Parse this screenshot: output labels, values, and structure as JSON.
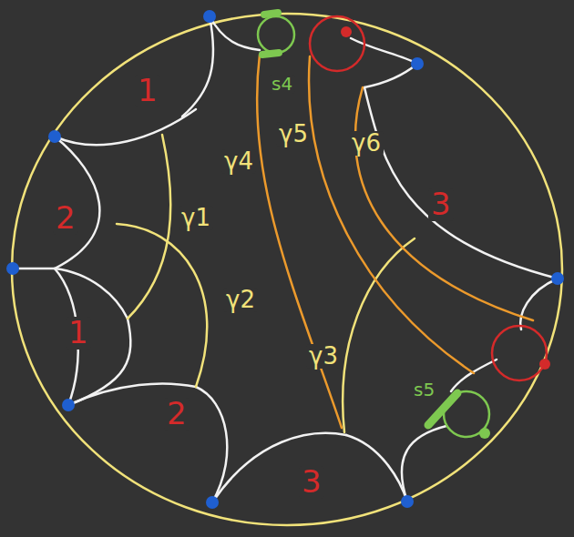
{
  "diagram": {
    "labels": [
      "1",
      "s4",
      "γ4",
      "γ5",
      "γ6",
      "2",
      "γ1",
      "3",
      "γ2",
      "1",
      "γ3",
      "s5",
      "2",
      "3"
    ]
  }
}
